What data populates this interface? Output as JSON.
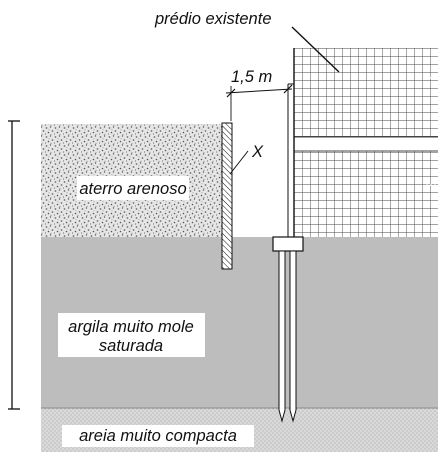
{
  "labels": {
    "building": "prédio existente",
    "distance": "1,5 m",
    "wall_marker": "X",
    "fill_layer": "aterro arenoso",
    "clay_line1": "argila muito mole",
    "clay_line2": "saturada",
    "sand_layer": "areia muito compacta"
  },
  "colors": {
    "clay": "#bdbdbd",
    "fill_base": "#e6e6e6",
    "fill_speckle": "#6f6f6f",
    "sand_base": "#d9d9d9",
    "sand_dot": "#9a9a9a",
    "building_grid": "#444444",
    "line": "#111111"
  }
}
